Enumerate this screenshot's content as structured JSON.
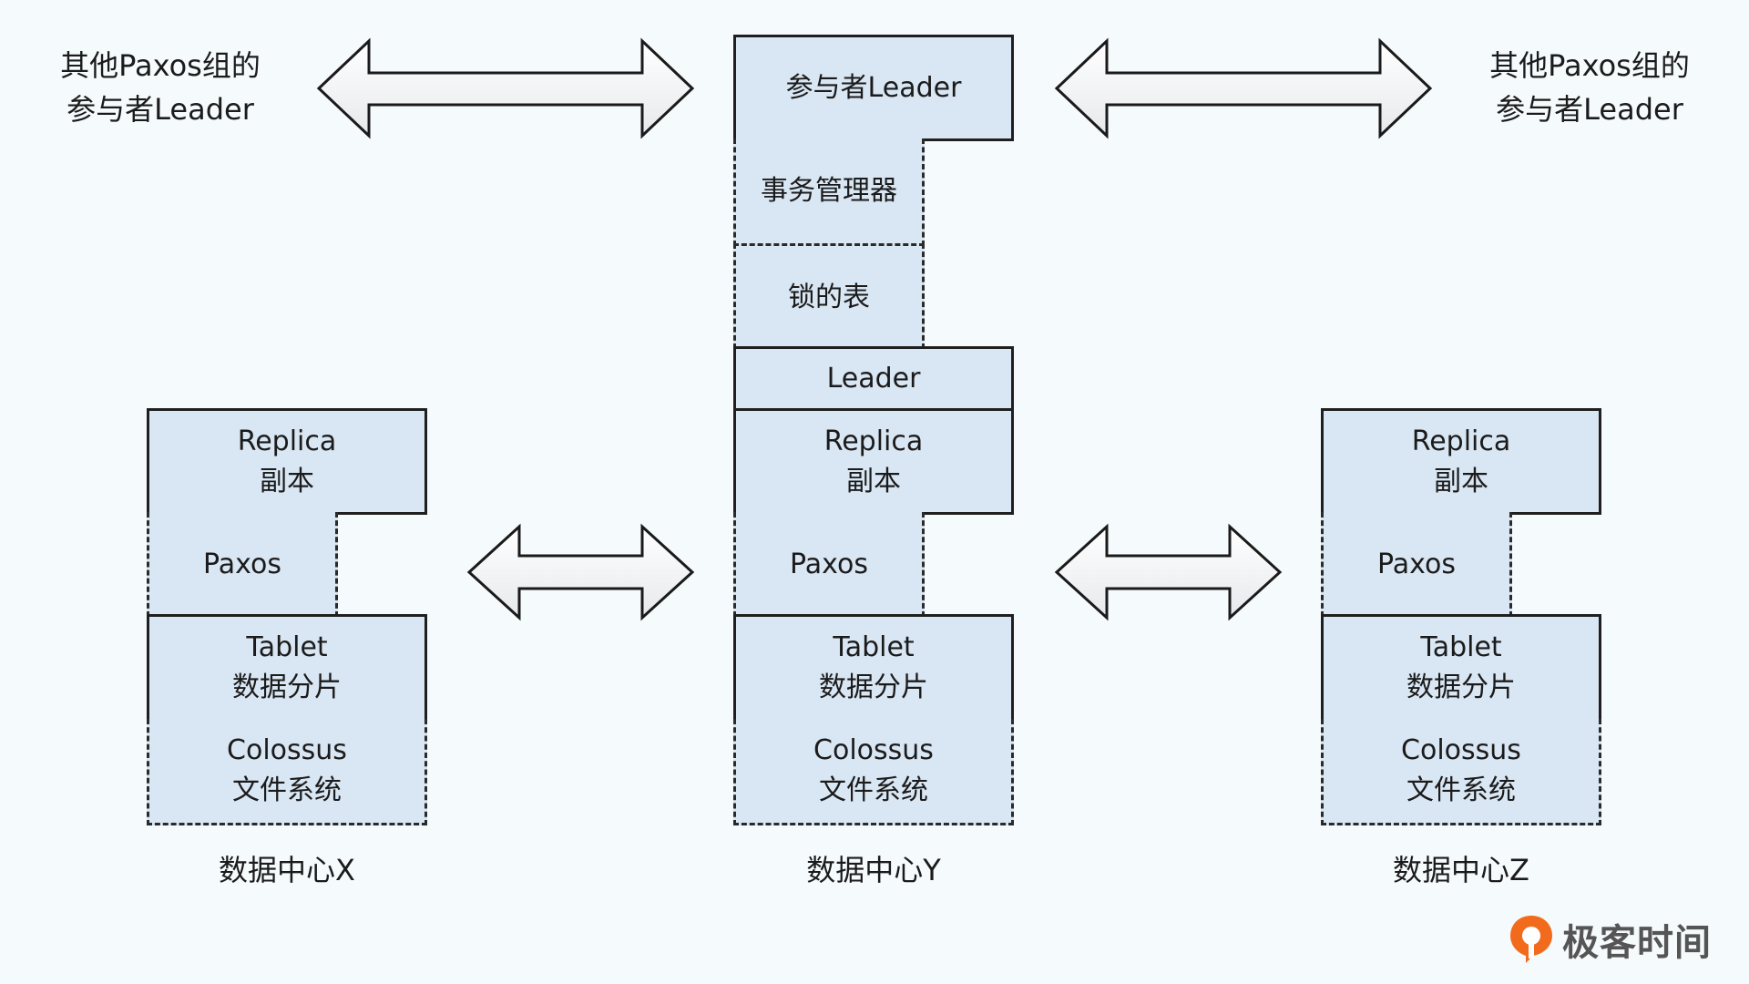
{
  "side_labels": {
    "left": [
      "其他Paxos组的",
      "参与者Leader"
    ],
    "right": [
      "其他Paxos组的",
      "参与者Leader"
    ]
  },
  "center_stack": {
    "participant_leader": "参与者Leader",
    "transaction_manager": "事务管理器",
    "lock_table": "锁的表",
    "leader": "Leader"
  },
  "datacenters": [
    {
      "replica": [
        "Replica",
        "副本"
      ],
      "paxos": "Paxos",
      "tablet": [
        "Tablet",
        "数据分片"
      ],
      "colossus": [
        "Colossus",
        "文件系统"
      ],
      "caption": "数据中心X"
    },
    {
      "replica": [
        "Replica",
        "副本"
      ],
      "paxos": "Paxos",
      "tablet": [
        "Tablet",
        "数据分片"
      ],
      "colossus": [
        "Colossus",
        "文件系统"
      ],
      "caption": "数据中心Y"
    },
    {
      "replica": [
        "Replica",
        "副本"
      ],
      "paxos": "Paxos",
      "tablet": [
        "Tablet",
        "数据分片"
      ],
      "colossus": [
        "Colossus",
        "文件系统"
      ],
      "caption": "数据中心Z"
    }
  ],
  "logo": {
    "text": "极客时间",
    "color": "#f26b1d"
  },
  "colors": {
    "box_fill": "#d9e6f3",
    "background": "#f5fafd"
  }
}
